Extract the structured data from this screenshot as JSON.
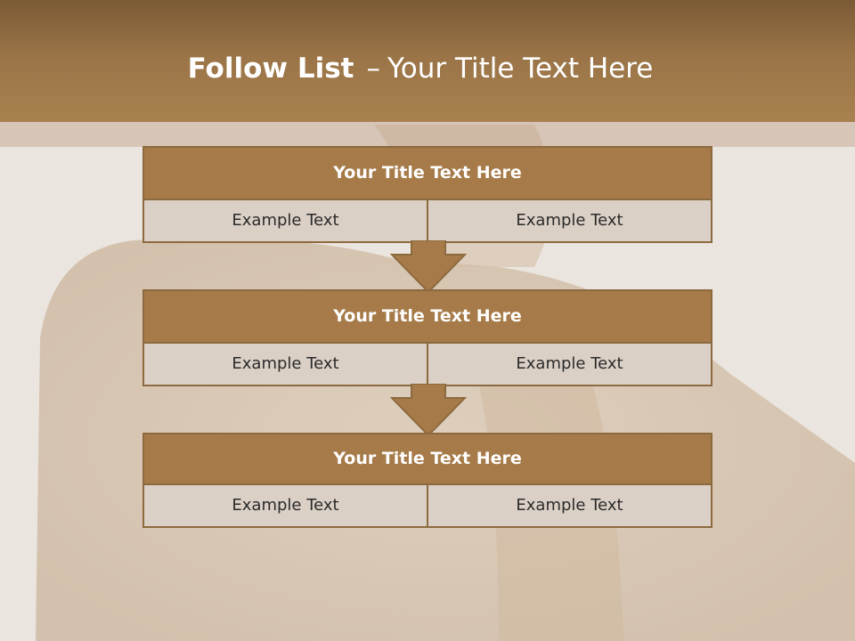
{
  "slide": {
    "title_bold": "Follow List",
    "title_separator": "–",
    "title_rest": "Your Title Text Here"
  },
  "blocks": [
    {
      "title": "Your Title Text Here",
      "left": "Example Text",
      "right": "Example Text"
    },
    {
      "title": "Your Title Text Here",
      "left": "Example Text",
      "right": "Example Text"
    },
    {
      "title": "Your Title Text Here",
      "left": "Example Text",
      "right": "Example Text"
    }
  ],
  "colors": {
    "header": "#9a7447",
    "box_title": "#a67b49",
    "box_cell": "#dbd0c6",
    "border": "#8c6a3f",
    "arrow": "#a67b49"
  },
  "icons": [
    "down-arrow-icon"
  ]
}
